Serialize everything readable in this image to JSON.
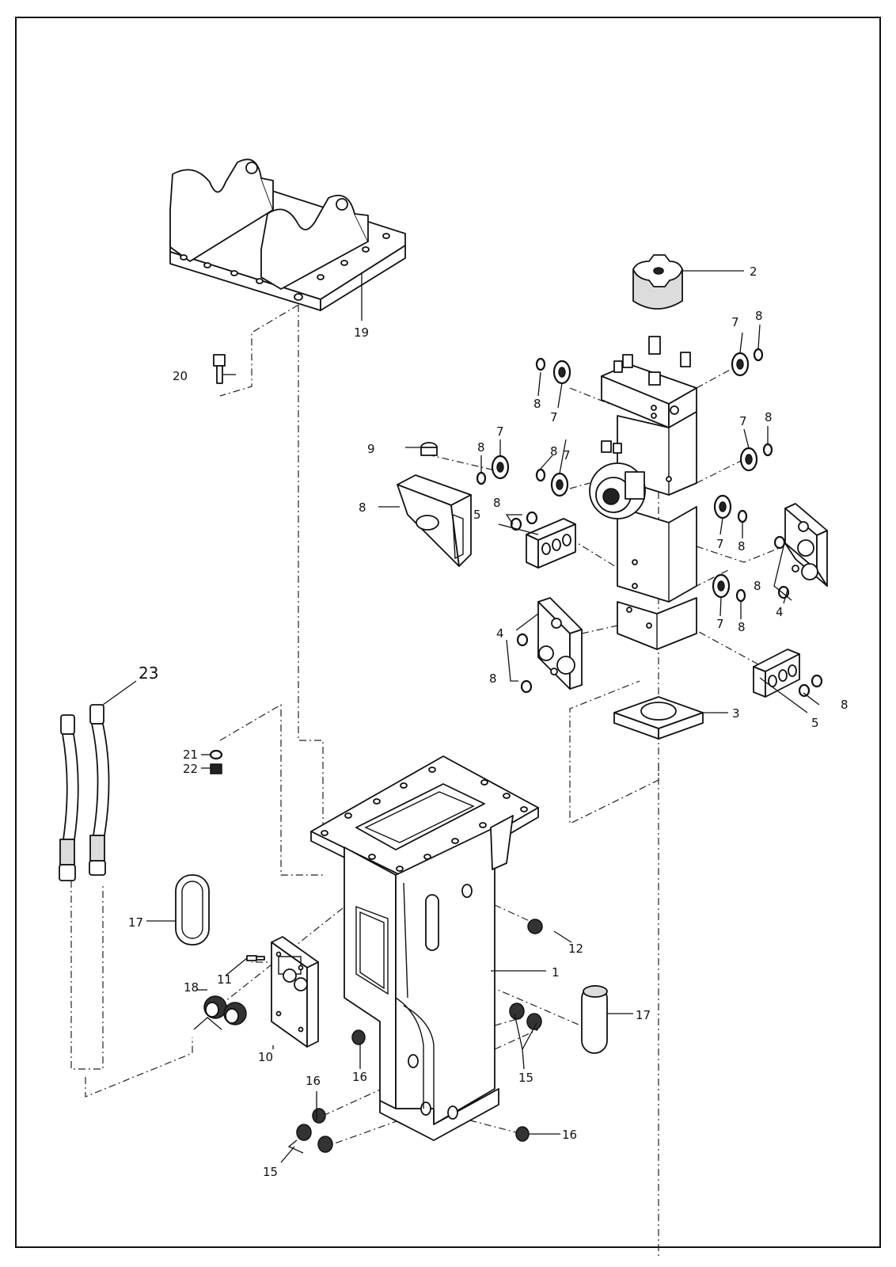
{
  "diagram": {
    "type": "exploded-parts-drawing",
    "callouts": {
      "c1": "1",
      "c2": "2",
      "c3": "3",
      "c4a": "4",
      "c4b": "4",
      "c5a": "5",
      "c5b": "5",
      "c7a": "7",
      "c7b": "7",
      "c7c": "7",
      "c7d": "7",
      "c7e": "7",
      "c7f": "7",
      "c7g": "7",
      "c8a": "8",
      "c8b": "8",
      "c8c": "8",
      "c8d": "8",
      "c8e": "8",
      "c8f": "8",
      "c8g": "8",
      "c8h": "8",
      "c8i": "8",
      "c8j": "8",
      "c8k": "8",
      "c8l": "8",
      "c8m": "8",
      "c9": "9",
      "c10": "10",
      "c11": "11",
      "c12": "12",
      "c15a": "15",
      "c15b": "15",
      "c16a": "16",
      "c16b": "16",
      "c16c": "16",
      "c17a": "17",
      "c17b": "17",
      "c18": "18",
      "c19": "19",
      "c20": "20",
      "c21": "21",
      "c22": "22",
      "c23": "23"
    }
  }
}
